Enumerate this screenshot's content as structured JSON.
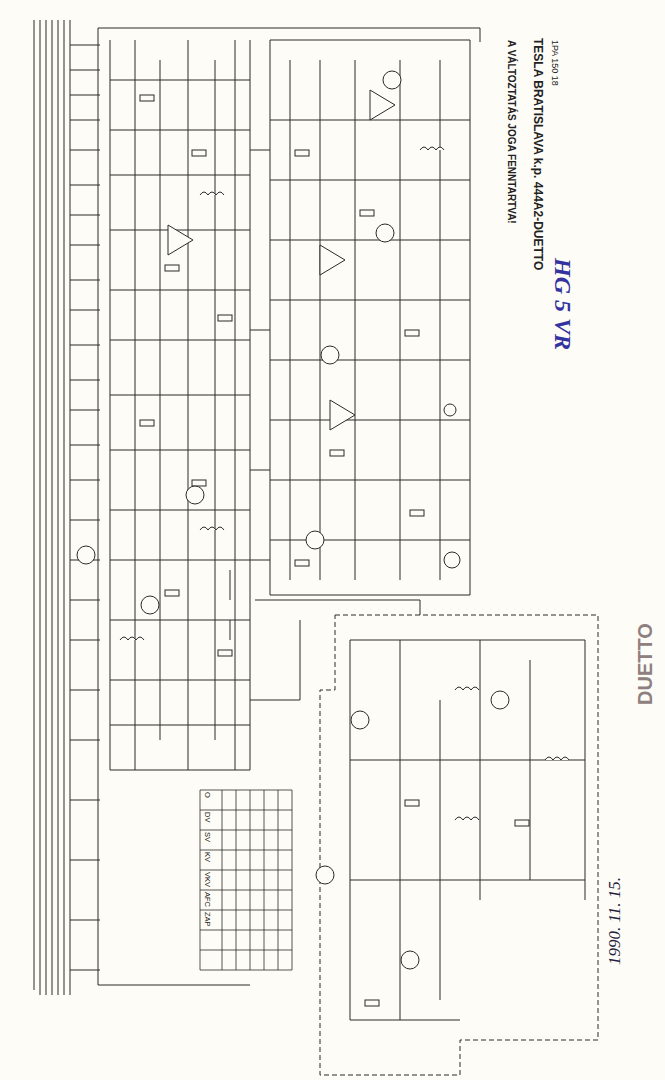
{
  "diagram": {
    "title": "TESLA BRATISLAVA k.p. 444A2-DUETTO",
    "labels": [
      "A VÁLTOZTATÁS JOGA FENNTARTVA!",
      "1PA 150 18",
      "HG 5 VR",
      "1990. 11. 15.",
      "DUETTO",
      "O",
      "DV",
      "SV",
      "KV",
      "VKV",
      "AFC",
      "ZAP"
    ]
  }
}
